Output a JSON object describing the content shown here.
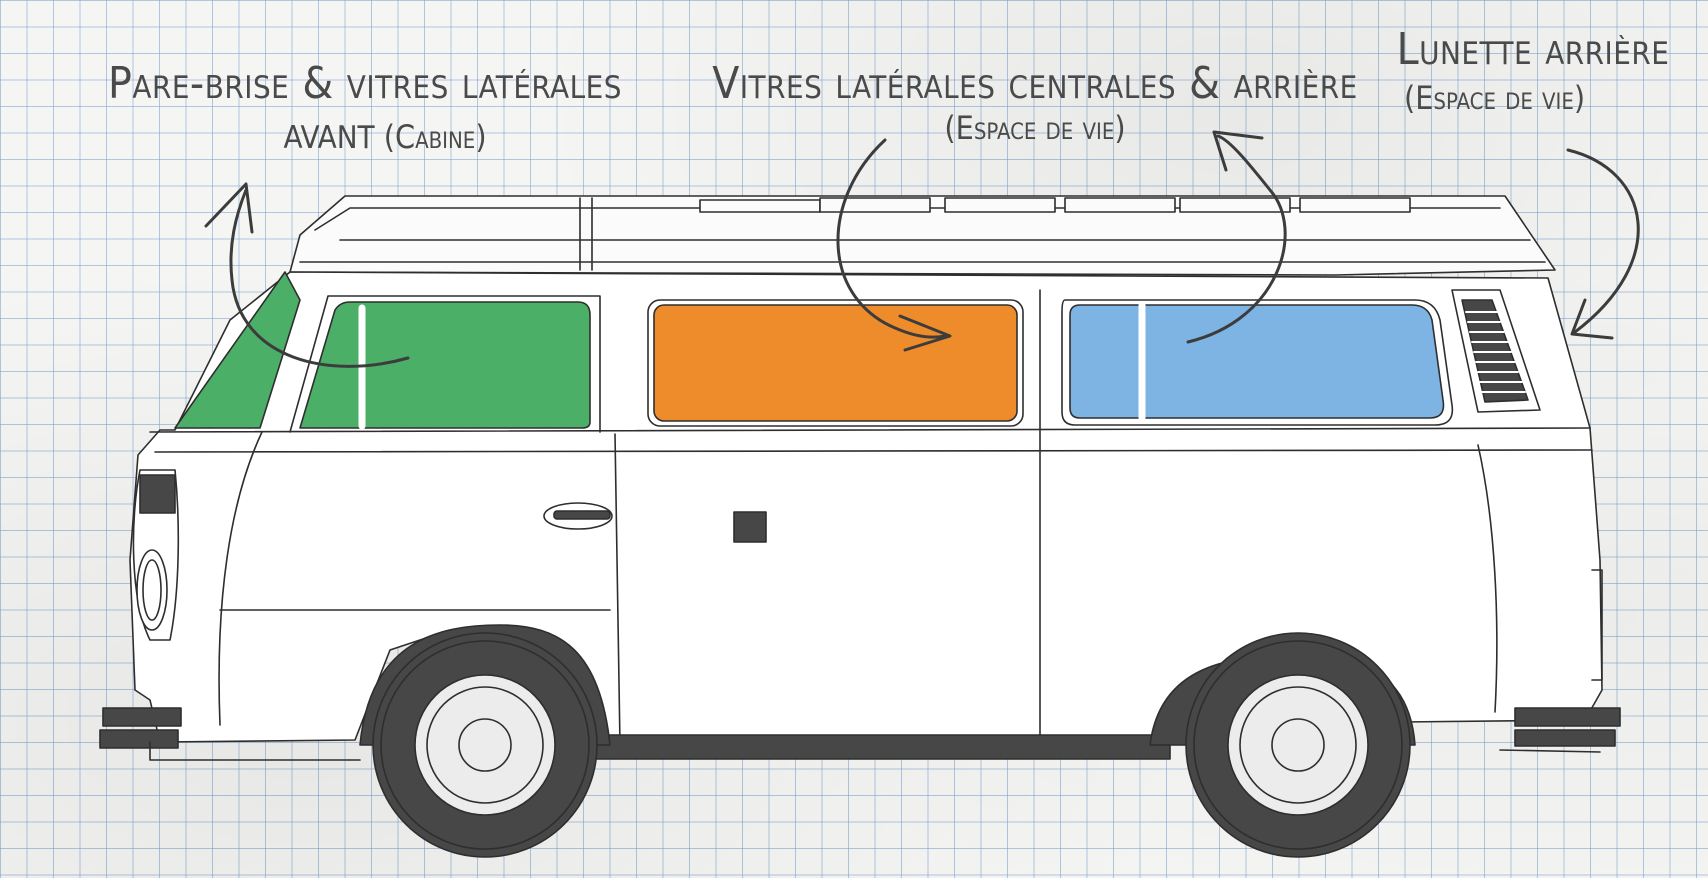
{
  "labels": {
    "front": {
      "main": "Pare-brise & vitres latérales",
      "secondary": "avant",
      "sub": "(Cabine)"
    },
    "middle": {
      "main": "Vitres latérales centrales & arrière",
      "sub": "(Espace de vie)"
    },
    "rear": {
      "main": "Lunette arrière",
      "sub": "(Espace de vie)"
    }
  },
  "colors": {
    "front_windows": "#4caf68",
    "middle_window": "#ee8c2c",
    "rear_windows": "#7db4e4",
    "outline": "#2e2e2e",
    "tires": "#474747",
    "label_text": "#4a4a4a",
    "grid": "#a8c2de"
  }
}
